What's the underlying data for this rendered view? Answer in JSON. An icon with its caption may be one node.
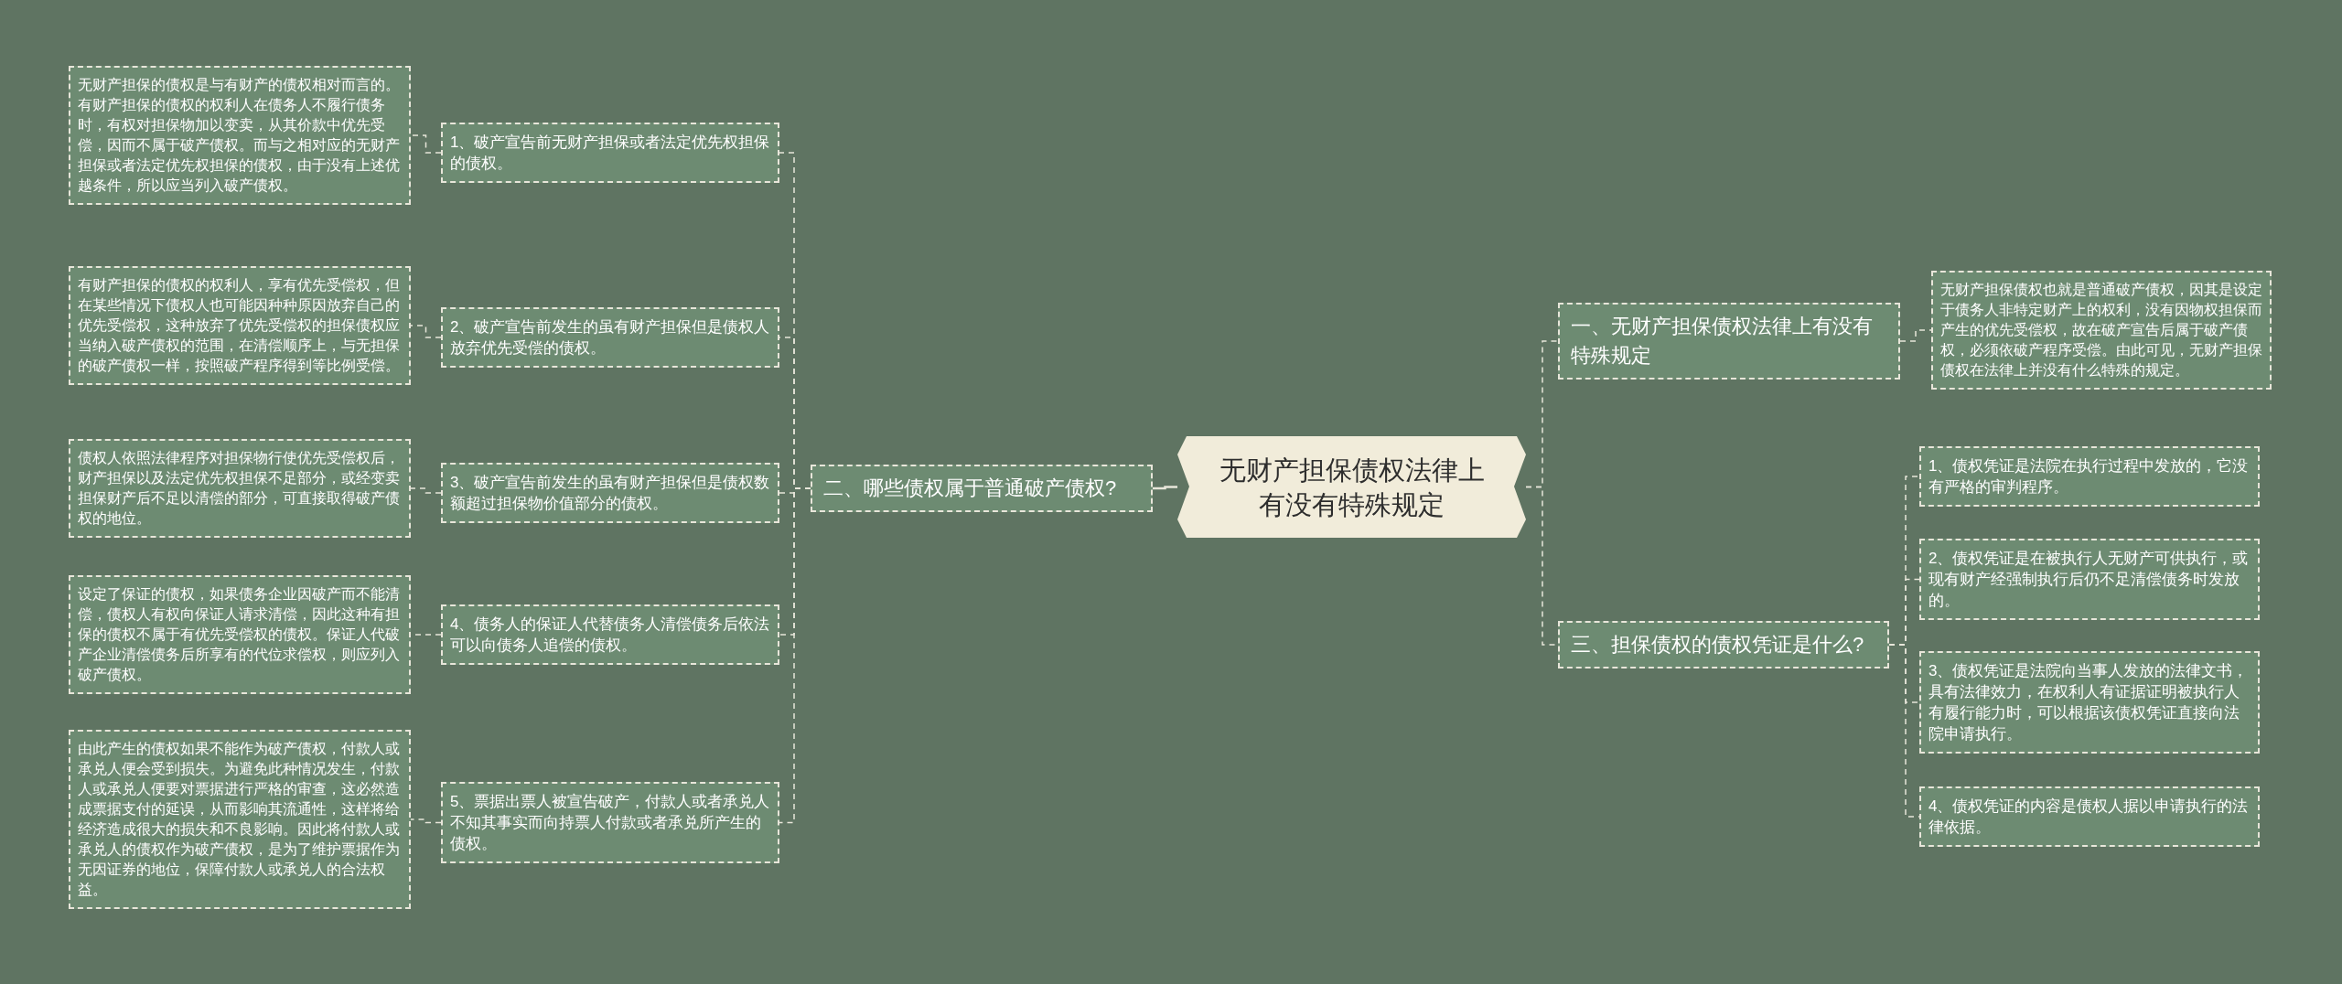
{
  "diagram": {
    "nodes": [
      {
        "text": [
          "无财产担保债权法律上有没有特殊规定"
        ]
      },
      {
        "text": [
          "二、哪些债权属于普通破产债权?"
        ]
      },
      {
        "text": [
          "1、破产宣告前无财产担保或者法定优先权担保的债权。"
        ]
      },
      {
        "text": [
          "2、破产宣告前发生的虽有财产担保但是债权人放弃优先受偿的债权。"
        ]
      },
      {
        "text": [
          "3、破产宣告前发生的虽有财产担保但是债权数额超过担保物价值部分的债权。"
        ]
      },
      {
        "text": [
          "4、债务人的保证人代替债务人清偿债务后依法可以向债务人追偿的债权。"
        ]
      },
      {
        "text": [
          "5、票据出票人被宣告破产，付款人或者承兑人不知其事实而向持票人付款或者承兑所产生的债权。"
        ]
      },
      {
        "text": [
          "无财产担保的债权是与有财产的债权相对而言的。有财产担保的债权的权利人在债务人不履行债务时，有权对担保物加以变卖，从其价款中优先受偿，因而不属于破产债权。而与之相对应的无财产担保或者法定优先权担保的债权，由于没有上述优越条件，所以应当列入破产债权。"
        ]
      },
      {
        "text": [
          "有财产担保的债权的权利人，享有优先受偿权，但在某些情况下债权人也可能因种种原因放弃自己的优先受偿权，这种放弃了优先受偿权的担保债权应当纳入破产债权的范围，在清偿顺序上，与无担保的破产债权一样，按照破产程序得到等比例受偿。"
        ]
      },
      {
        "text": [
          "债权人依照法律程序对担保物行使优先受偿权后，财产担保以及法定优先权担保不足部分，或经变卖担保财产后不足以清偿的部分，可直接取得破产债权的地位。"
        ]
      },
      {
        "text": [
          "设定了保证的债权，如果债务企业因破产而不能清偿，债权人有权向保证人请求清偿，因此这种有担保的债权不属于有优先受偿权的债权。保证人代破产企业清偿债务后所享有的代位求偿权，则应列入破产债权。"
        ]
      },
      {
        "text": [
          "由此产生的债权如果不能作为破产债权，付款人或承兑人便会受到损失。为避免此种情况发生，付款人或承兑人便要对票据进行严格的审查，这必然造成票据支付的延误，从而影响其流通性，这样将给经济造成很大的损失和不良影响。因此将付款人或承兑人的债权作为破产债权，是为了维护票据作为无因证券的地位，保障付款人或承兑人的合法权益。"
        ]
      },
      {
        "text": [
          "一、无财产担保债权法律上有没有特殊规定"
        ]
      },
      {
        "text": [
          "无财产担保债权也就是普通破产债权，因其是设定于债务人非特定财产上的权利，没有因物权担保而产生的优先受偿权，故在破产宣告后属于破产债权，必须依破产程序受偿。由此可见，无财产担保债权在法律上并没有什么特殊的规定。"
        ]
      },
      {
        "text": [
          "三、担保债权的债权凭证是什么?"
        ]
      },
      {
        "text": [
          "1、债权凭证是法院在执行过程中发放的，它没有严格的审判程序。"
        ]
      },
      {
        "text": [
          "2、债权凭证是在被执行人无财产可供执行，或现有财产经强制执行后仍不足清偿债务时发放的。"
        ]
      },
      {
        "text": [
          "3、债权凭证是法院向当事人发放的法律文书，具有法律效力，在权利人有证据证明被执行人有履行能力时，可以根据该债权凭证直接向法院申请执行。"
        ]
      },
      {
        "text": [
          "4、债权凭证的内容是债权人据以申请执行的法律依据。"
        ]
      }
    ],
    "edges": [
      {
        "from": 0,
        "to": 1,
        "arrow": "none"
      },
      {
        "from": 1,
        "to": 2,
        "arrow": "none",
        "style": "dashed"
      },
      {
        "from": 1,
        "to": 3,
        "arrow": "none",
        "style": "dashed"
      },
      {
        "from": 1,
        "to": 4,
        "arrow": "none",
        "style": "dashed"
      },
      {
        "from": 1,
        "to": 5,
        "arrow": "none",
        "style": "dashed"
      },
      {
        "from": 1,
        "to": 6,
        "arrow": "none",
        "style": "dashed"
      },
      {
        "from": 2,
        "to": 7,
        "arrow": "none",
        "style": "dashed"
      },
      {
        "from": 3,
        "to": 8,
        "arrow": "none",
        "style": "dashed"
      },
      {
        "from": 4,
        "to": 9,
        "arrow": "none",
        "style": "dashed"
      },
      {
        "from": 5,
        "to": 10,
        "arrow": "none",
        "style": "dashed"
      },
      {
        "from": 6,
        "to": 11,
        "arrow": "none",
        "style": "dashed"
      },
      {
        "from": 0,
        "to": 12,
        "arrow": "none",
        "style": "dashed"
      },
      {
        "from": 12,
        "to": 13,
        "arrow": "none",
        "style": "dashed"
      },
      {
        "from": 0,
        "to": 14,
        "arrow": "none",
        "style": "dashed"
      },
      {
        "from": 14,
        "to": 15,
        "arrow": "none",
        "style": "dashed"
      },
      {
        "from": 14,
        "to": 16,
        "arrow": "none",
        "style": "dashed"
      },
      {
        "from": 14,
        "to": 17,
        "arrow": "none",
        "style": "dashed"
      },
      {
        "from": 14,
        "to": 18,
        "arrow": "none",
        "style": "dashed"
      }
    ]
  }
}
